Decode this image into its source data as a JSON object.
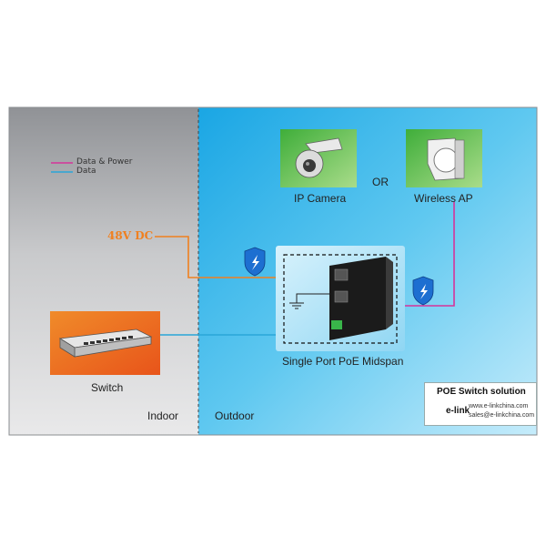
{
  "legend": {
    "items": [
      {
        "label": "Data & Power",
        "color": "#d6339a"
      },
      {
        "label": "Data",
        "color": "#2aa6d8"
      }
    ]
  },
  "power": {
    "label": "48V DC",
    "color": "#f0801f"
  },
  "zones": {
    "indoor": "Indoor",
    "outdoor": "Outdoor"
  },
  "devices": {
    "switch": "Switch",
    "midspan": "Single Port PoE Midspan",
    "camera": "IP Camera",
    "ap": "Wireless AP",
    "or": "OR"
  },
  "brand": {
    "title": "POE Switch solution",
    "name": "e-link",
    "website": "www.e-linkchina.com",
    "email": "sales@e-linkchina.com"
  }
}
